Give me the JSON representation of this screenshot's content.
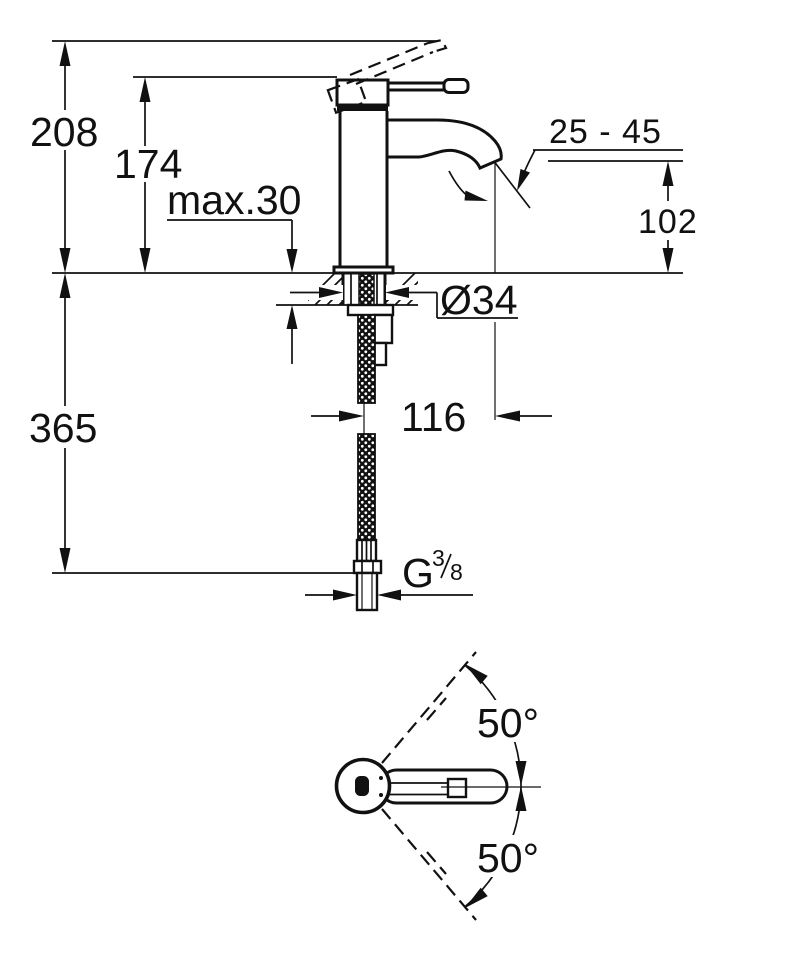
{
  "drawing": {
    "title": "single-lever basin mixer installation dimensions",
    "colors": {
      "ink": "#111111",
      "background": "#ffffff"
    },
    "labels": {
      "height_total": "208",
      "height_to_spout_top": "174",
      "deck_thickness_max": "max.30",
      "aerator_angle_range": "25 - 45",
      "outlet_to_deck": "102",
      "hole_diameter": "Ø34",
      "spout_reach": "116",
      "hose_length_below_deck": "365",
      "thread_letter": "G",
      "thread_numerator": "3",
      "thread_denominator": "8",
      "swivel_angle_upper": "50°",
      "swivel_angle_lower": "50°"
    }
  }
}
